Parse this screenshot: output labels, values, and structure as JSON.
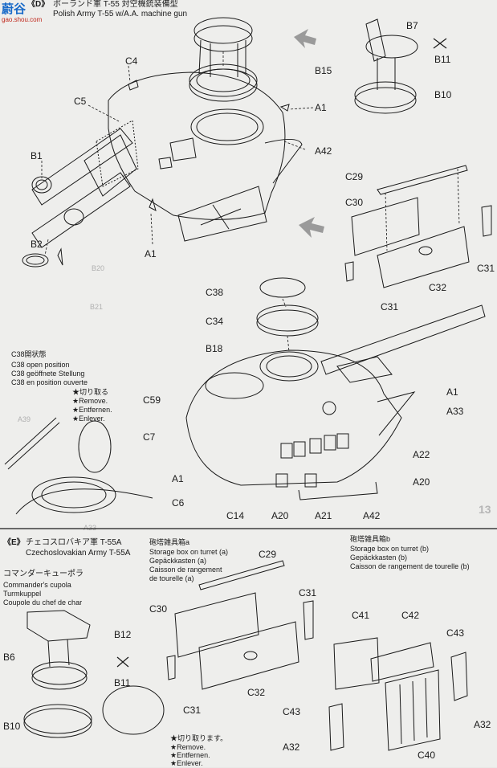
{
  "watermark": {
    "logo_text": "蔚谷",
    "url": "gao.shou.com"
  },
  "section_d": {
    "marker": "《D》",
    "title_ja": "ポーランド軍 T-55 対空機銃装備型",
    "title_en": "Polish Army T-55 w/A.A. machine gun"
  },
  "section_d_labels": [
    "C4",
    "C5",
    "B1",
    "B2",
    "B15",
    "A1",
    "A42",
    "A1",
    "B7",
    "B11",
    "B10",
    "C29",
    "C30",
    "C31",
    "C32",
    "C31",
    "C38",
    "C34",
    "B18",
    "C59",
    "C7",
    "A1",
    "C6",
    "C14",
    "A20",
    "A21",
    "A42",
    "A20",
    "A22",
    "A33",
    "A1"
  ],
  "c38_note": {
    "title_ja": "C38開状態",
    "en": "C38 open position",
    "de": "C38 geöffnete Stellung",
    "fr": "C38 en position ouverte"
  },
  "remove_note_1": {
    "ja": "★切り取る",
    "en": "★Remove.",
    "de": "★Entfernen.",
    "fr": "★Enlever."
  },
  "section_e": {
    "marker": "《E》",
    "title_ja": "チェコスロバキア軍 T-55A",
    "title_en": "Czechoslovakian Army T-55A"
  },
  "commander_cupola": {
    "ja": "コマンダーキューポラ",
    "en": "Commander's cupola",
    "de": "Turmkuppel",
    "fr": "Coupole du chef de char"
  },
  "storage_a": {
    "ja": "砲塔雑具箱a",
    "en": "Storage box on turret (a)",
    "de": "Gepäckkasten (a)",
    "fr": "Caisson de rangement",
    "fr2": "de tourelle (a)"
  },
  "storage_b": {
    "ja": "砲塔雑具箱b",
    "en": "Storage box on turret (b)",
    "de": "Gepäckkasten (b)",
    "fr": "Caisson de rangement de tourelle (b)"
  },
  "remove_note_2": {
    "ja": "★切り取ります。",
    "en": "★Remove.",
    "de": "★Entfernen.",
    "fr": "★Enlever."
  },
  "section_e_labels": [
    "B12",
    "B6",
    "B11",
    "B10",
    "C29",
    "C30",
    "C31",
    "C31",
    "C32",
    "C41",
    "C42",
    "C43",
    "C43",
    "A32",
    "A32",
    "C40"
  ],
  "background": {
    "faint_badge": "13",
    "faint_labels": [
      "B20",
      "B21",
      "A39",
      "A33"
    ]
  },
  "colors": {
    "ink": "#1a1a1a",
    "paper": "#eeeeec",
    "arrow_gray": "#8a8a8a"
  }
}
